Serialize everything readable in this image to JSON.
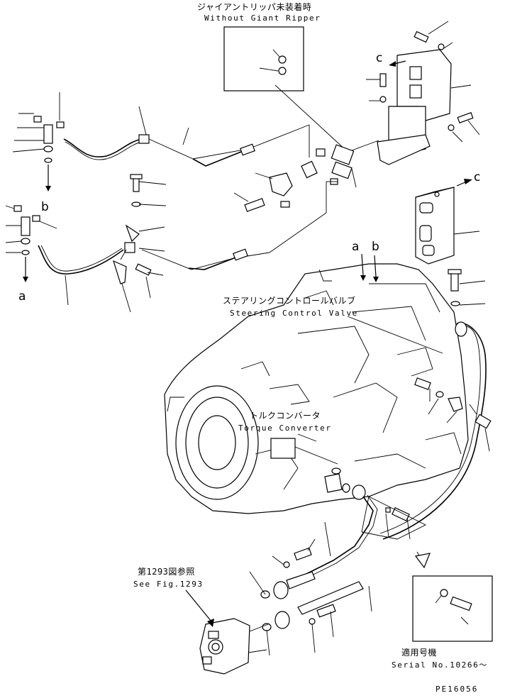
{
  "callouts": {
    "without_ripper_jp": "ジャイアントリッパ未装着時",
    "without_ripper_en": "Without Giant Ripper",
    "steering_valve_jp": "ステアリングコントロールバルブ",
    "steering_valve_en": "Steering Control Valve",
    "torque_converter_jp": "トルクコンバータ",
    "torque_converter_en": "Torque Converter",
    "see_fig_jp": "第1293図参照",
    "see_fig_en": "See Fig.1293",
    "serial_jp": "適用号機",
    "serial_en": "Serial No.10266～"
  },
  "reference_letters": {
    "c_top": "c",
    "c_right": "c",
    "a_left": "a",
    "b_left": "b",
    "a_center": "a",
    "b_center": "b"
  },
  "drawing_code": "PE16056"
}
